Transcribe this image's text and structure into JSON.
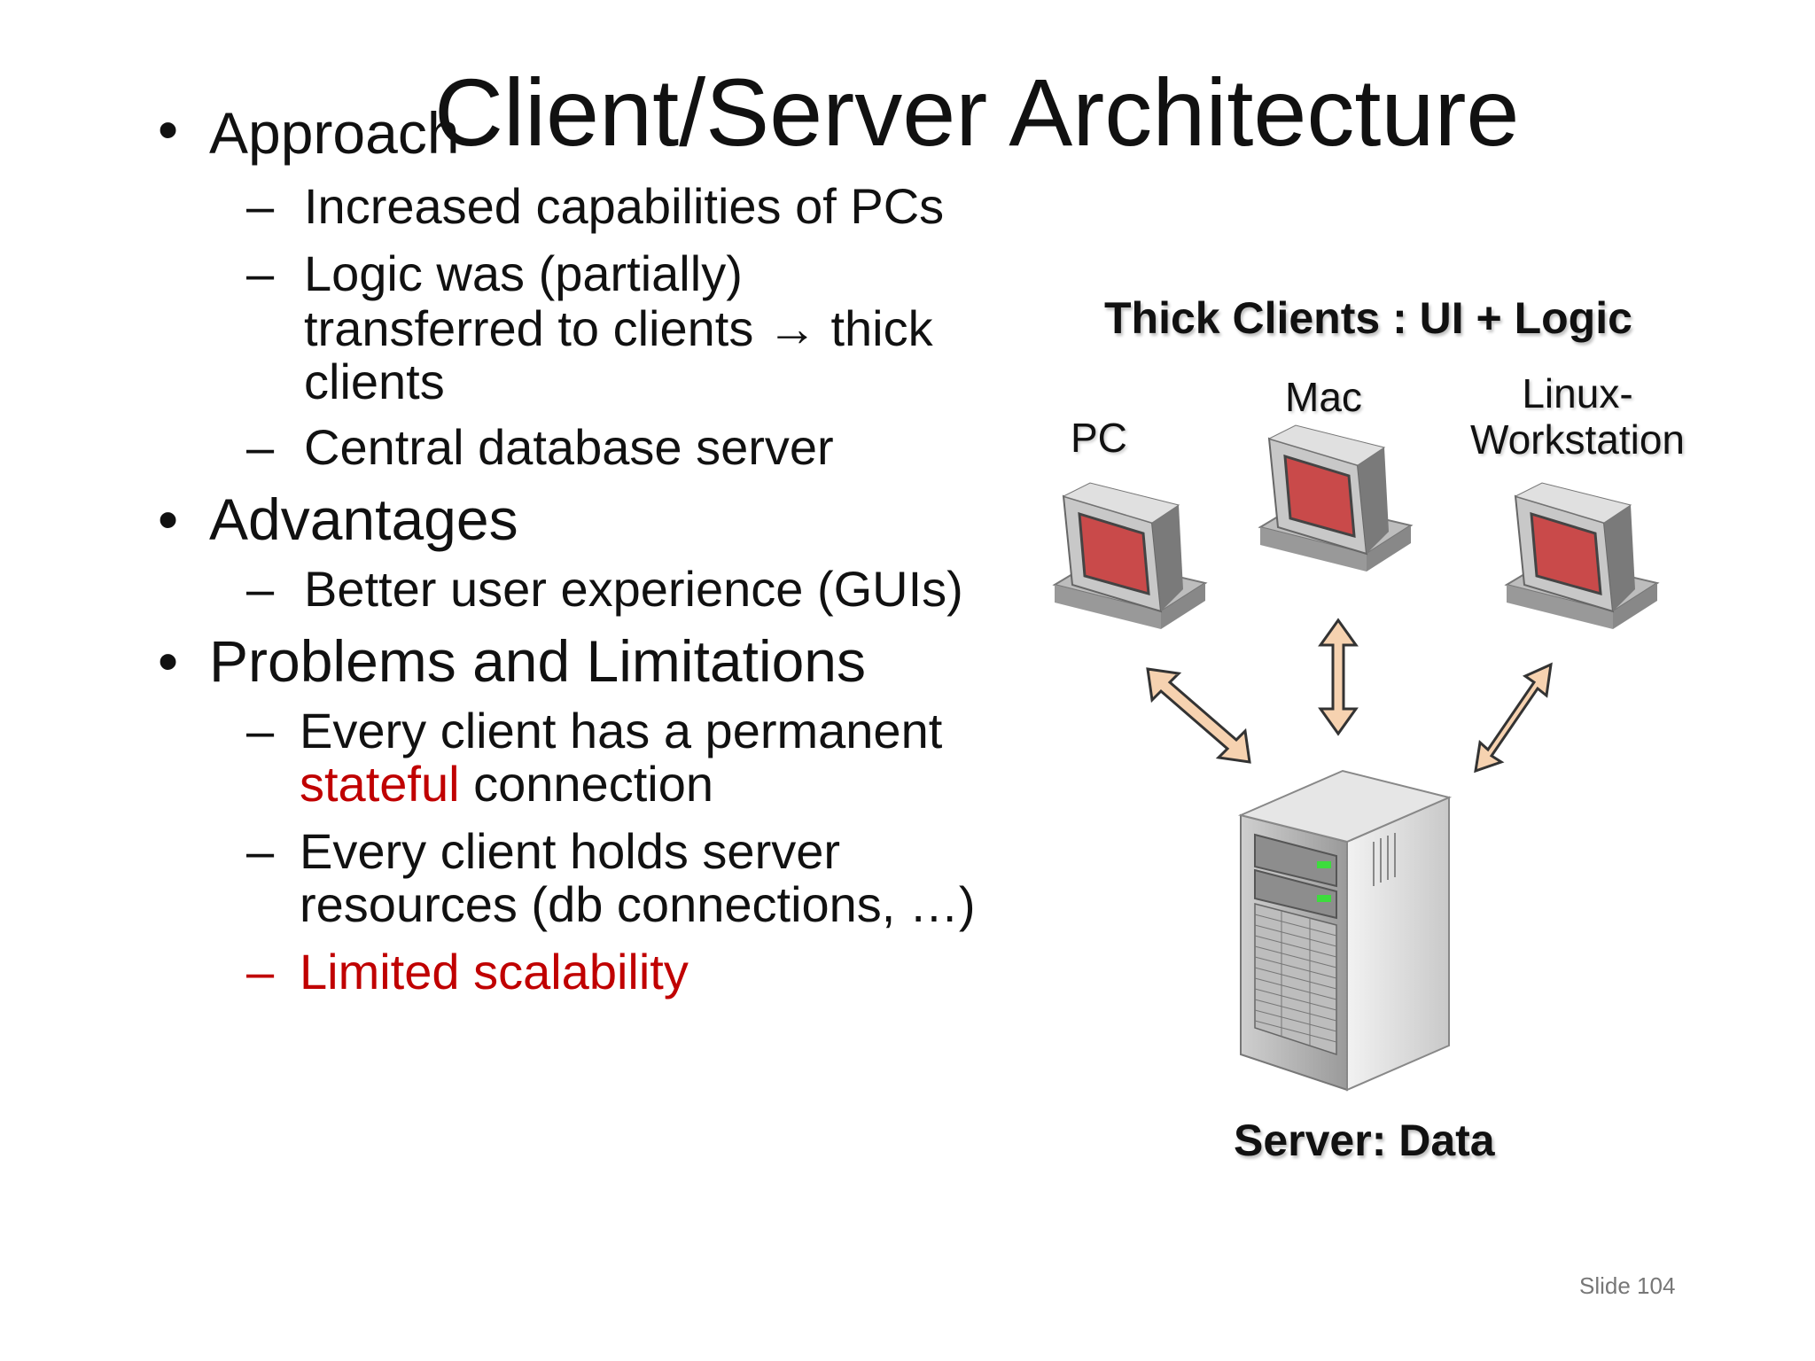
{
  "title": "Client/Server Architecture",
  "bullets": [
    {
      "text": "Approach",
      "sub": [
        {
          "lines": [
            "Increased capabilities of PCs"
          ]
        },
        {
          "lines": [
            "Logic was (partially)",
            "transferred to clients → thick",
            "clients"
          ]
        },
        {
          "lines": [
            "Central database server"
          ]
        }
      ]
    },
    {
      "text": "Advantages",
      "sub": [
        {
          "lines": [
            "Better user experience (GUIs)"
          ]
        }
      ]
    },
    {
      "text": "Problems and Limitations",
      "sub": [
        {
          "line1": "Every client has a permanent",
          "line2_red": "stateful",
          "line2_rest": " connection"
        },
        {
          "lines": [
            "Every client holds server",
            "resources (db connections, …)"
          ]
        },
        {
          "lines": [
            "Limited scalability"
          ],
          "highlight": true
        }
      ]
    }
  ],
  "markers": {
    "bullet": "•",
    "dash": "–"
  },
  "diagram": {
    "heading": "Thick Clients : UI + Logic",
    "clients": [
      {
        "label": "PC",
        "icon": "desktop-computer-icon"
      },
      {
        "label": "Mac",
        "icon": "desktop-computer-icon"
      },
      {
        "label_line1": "Linux-",
        "label_line2": "Workstation",
        "icon": "desktop-computer-icon"
      }
    ],
    "server_label": "Server: Data",
    "server_icon": "server-tower-icon"
  },
  "slide_number": "Slide 104",
  "colors": {
    "accent_red": "#c00000",
    "screen_red": "#c94a4a",
    "arrow_fill": "#f6d2b0",
    "arrow_stroke": "#333333"
  }
}
